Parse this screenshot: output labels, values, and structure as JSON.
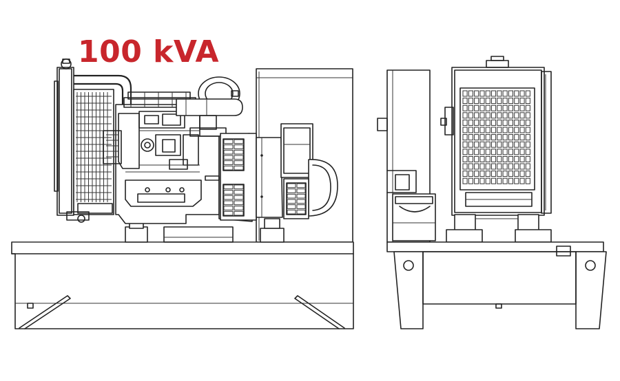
{
  "rating_label": "100 kVA",
  "colors": {
    "rating_text": "#c8262c",
    "line": "#222222",
    "background": "#ffffff"
  },
  "views": [
    {
      "name": "side-elevation"
    },
    {
      "name": "end-elevation"
    }
  ]
}
